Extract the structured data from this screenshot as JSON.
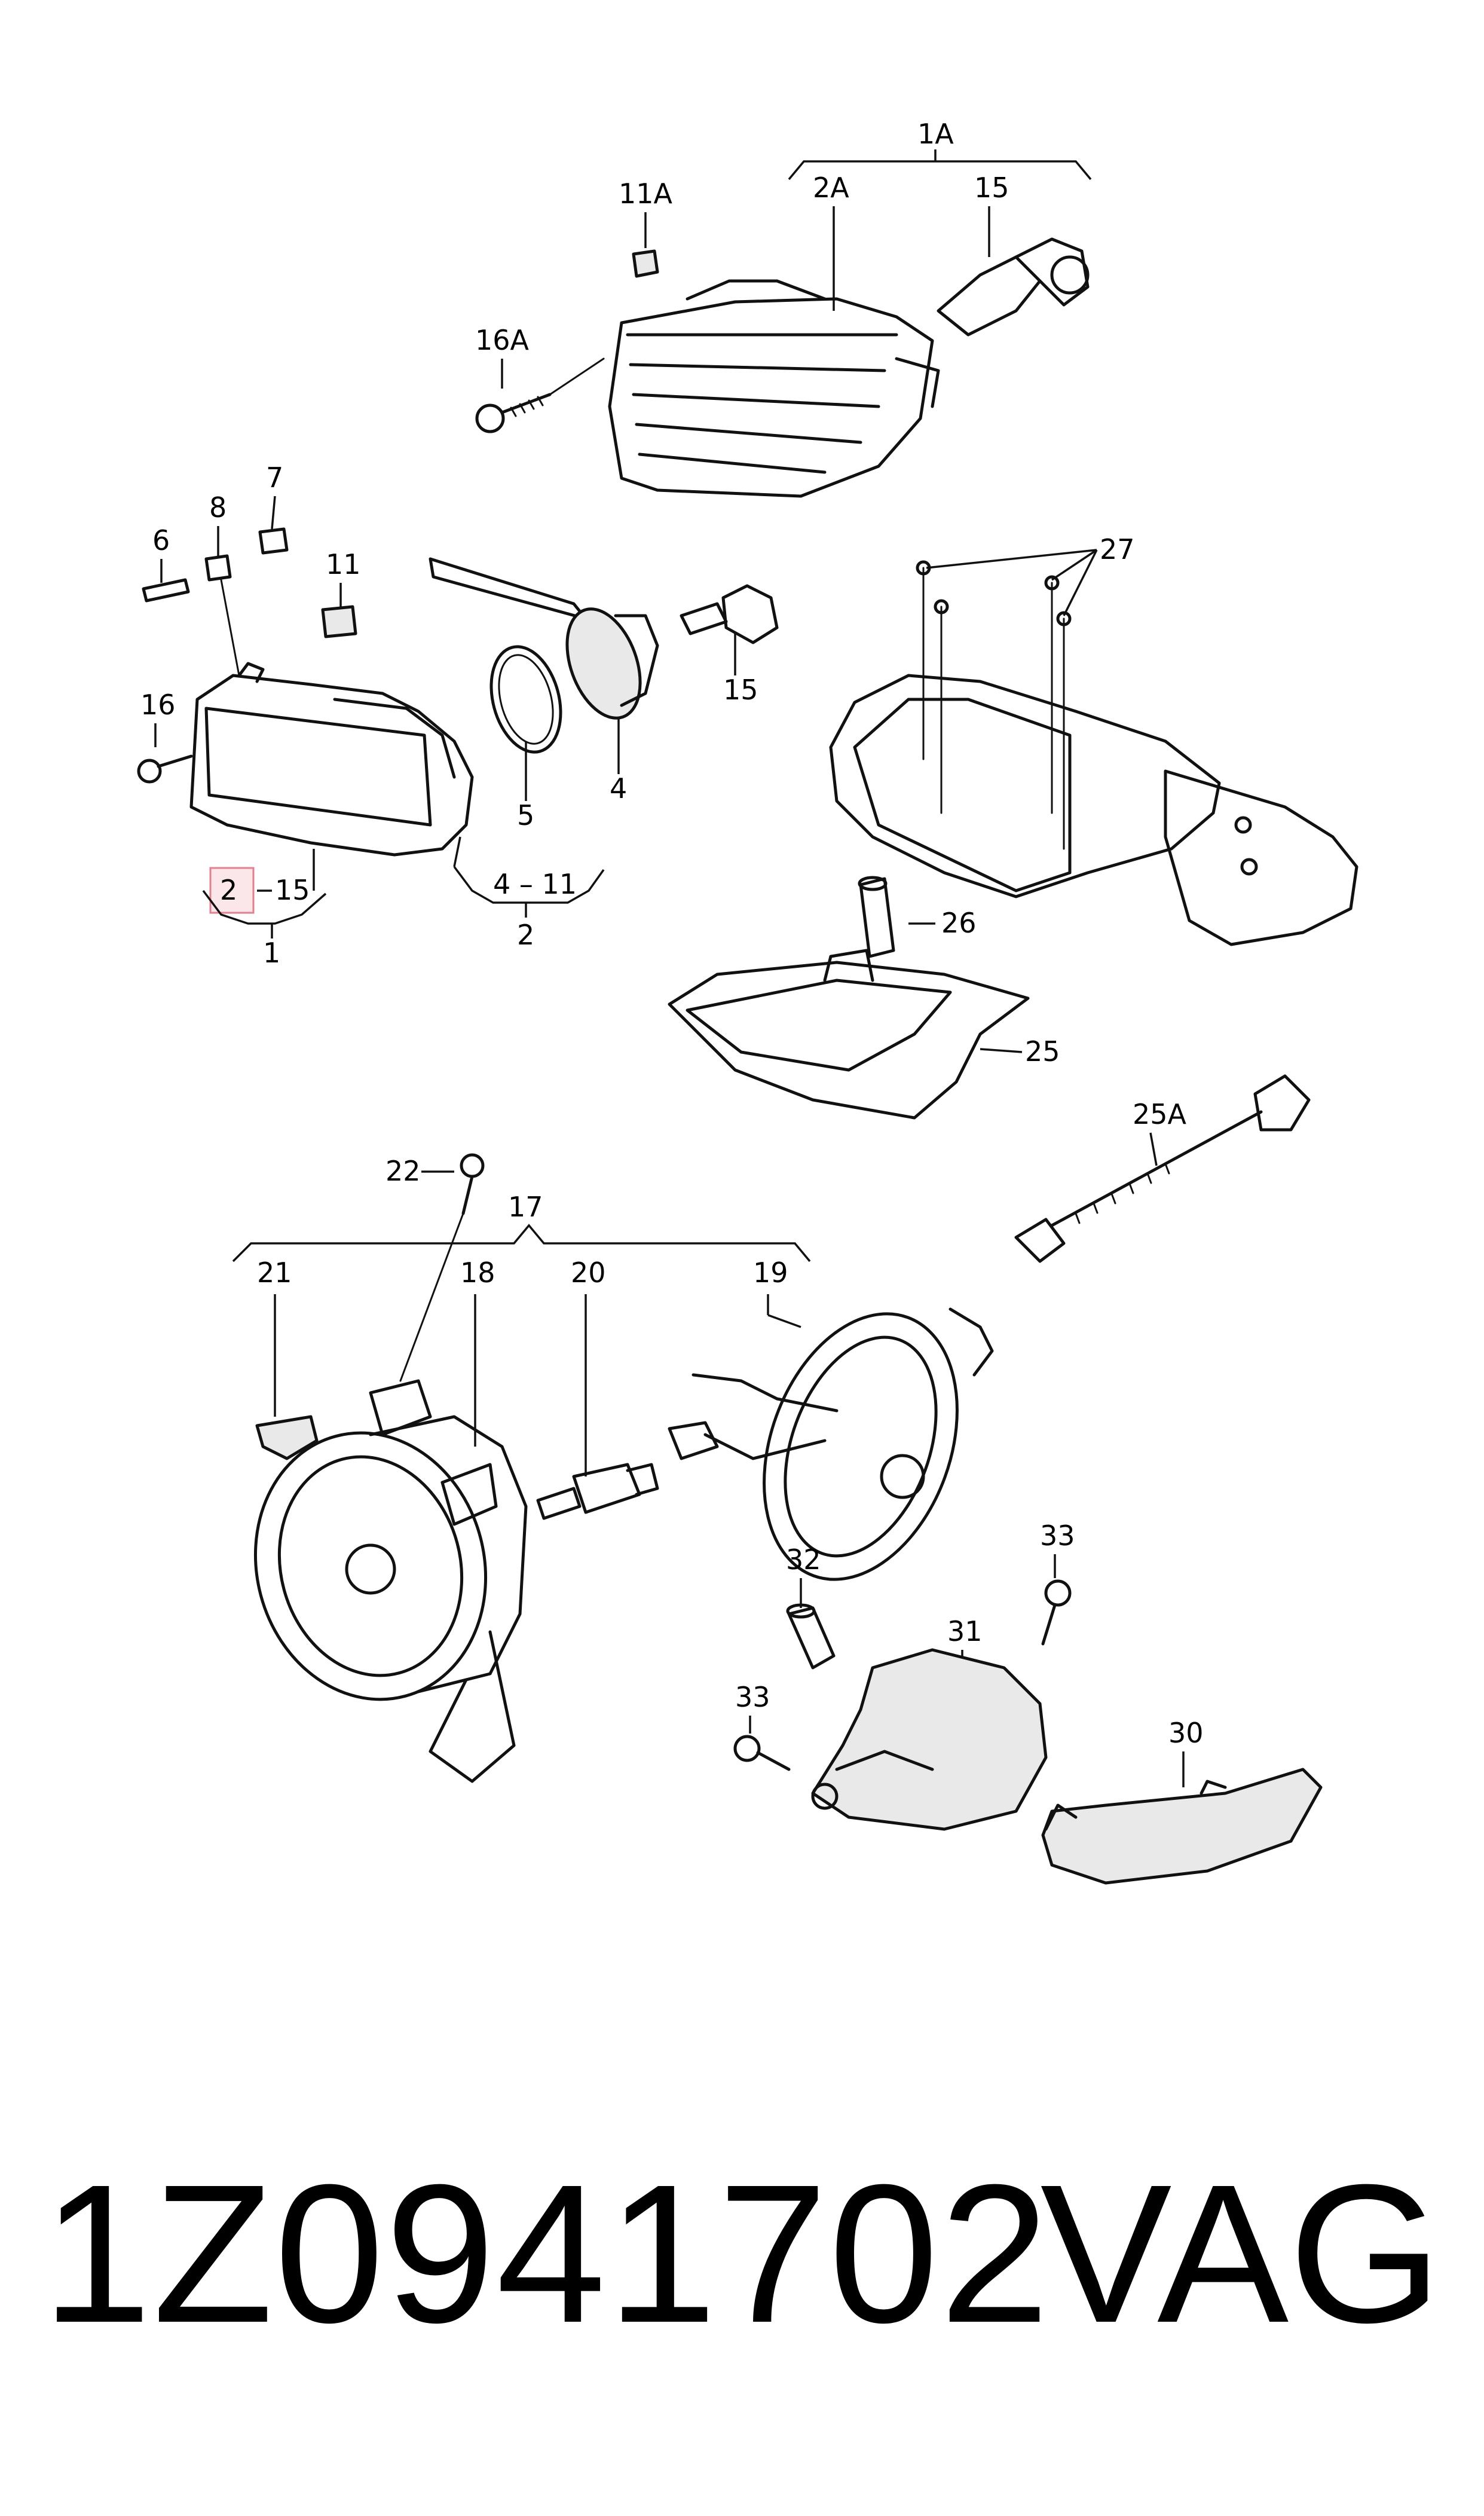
{
  "labels": {
    "l_1A": "1A",
    "l_2A": "2A",
    "l_15a": "15",
    "l_11A": "11A",
    "l_16A": "16A",
    "l_7": "7",
    "l_8": "8",
    "l_6": "6",
    "l_11": "11",
    "l_15b": "15",
    "l_27": "27",
    "l_16": "16",
    "l_5": "5",
    "l_4": "4",
    "l_2": "2",
    "l_2_15": "15",
    "l_4_11": "4 – 11",
    "l_2b": "2",
    "l_1": "1",
    "l_26": "26",
    "l_25": "25",
    "l_25A": "25A",
    "l_22": "22",
    "l_17": "17",
    "l_21": "21",
    "l_18": "18",
    "l_20": "20",
    "l_19": "19",
    "l_32": "32",
    "l_33a": "33",
    "l_31": "31",
    "l_33b": "33",
    "l_30": "30"
  },
  "highlighted_callout": "2",
  "footer": {
    "part_number": "1Z0941702",
    "brand": "VAG"
  }
}
